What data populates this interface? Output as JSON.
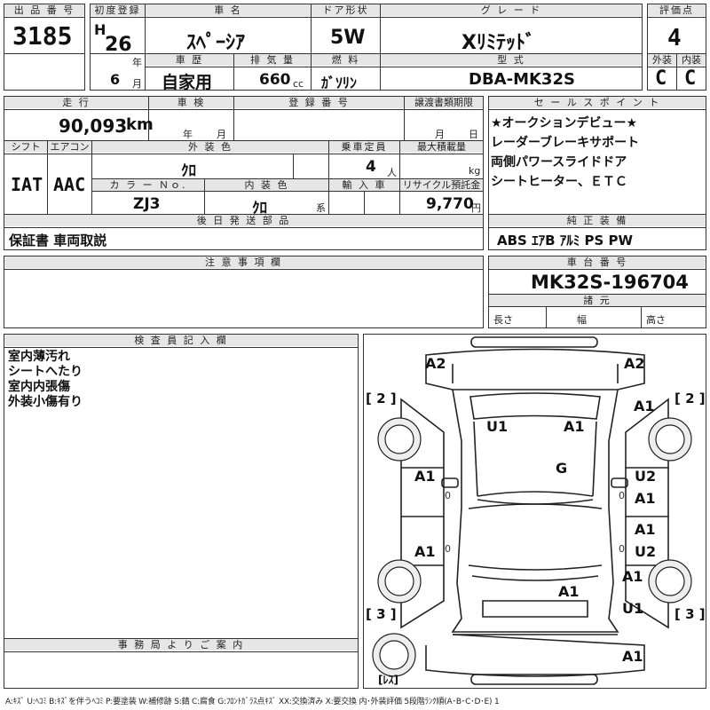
{
  "header": {
    "lot_label": "出 品 番 号",
    "lot": "3185",
    "first_reg_label": "初度登録",
    "era": "H",
    "year": "26",
    "year_unit": "年",
    "car_name_label": "車 名",
    "car_name": "ｽﾍﾟｰｼｱ",
    "door_label": "ドア形状",
    "door": "5W",
    "grade_label": "グ レ ー ド",
    "grade": "Xﾘﾐﾃｯﾄﾞ",
    "score_label": "評価点",
    "score": "4",
    "month": "6",
    "month_unit": "月",
    "history_label": "車 歴",
    "history": "自家用",
    "displacement_label": "排 気 量",
    "displacement": "660",
    "displacement_unit": "cc",
    "fuel_label": "燃 料",
    "fuel": "ｶﾞｿﾘﾝ",
    "model_label": "型 式",
    "model": "DBA-MK32S",
    "exterior_label": "外装",
    "exterior": "C",
    "interior_label": "内装",
    "interior": "C"
  },
  "row2": {
    "mileage_label": "走 行",
    "mileage": "90,093",
    "mileage_unit": "km",
    "inspection_label": "車 検",
    "inspection_year": "年",
    "inspection_month": "月",
    "registration_label": "登 録 番 号",
    "transfer_label": "譲渡書類期限",
    "transfer_month": "月",
    "transfer_day": "日",
    "sales_points_label": "セ ー ル ス ポ イ ン ト",
    "sales_points": [
      "★オークションデビュー★",
      "レーダーブレーキサポート",
      "両側パワースライドドア",
      "シートヒーター、ＥＴＣ"
    ]
  },
  "row3": {
    "shift_label": "シフト",
    "shift": "IAT",
    "ac_label": "エアコン",
    "ac": "AAC",
    "ext_color_label": "外 装 色",
    "ext_color": "ｸﾛ",
    "capacity_label": "乗車定員",
    "capacity": "4",
    "capacity_unit": "人",
    "max_load_label": "最大積載量",
    "max_load_unit": "kg",
    "color_no_label": "カ ラ ー Ｎｏ.",
    "color_no": "ZJ3",
    "int_color_label": "内 装 色",
    "int_color": "ｸﾛ",
    "int_color_unit": "系",
    "import_label": "輸 入 車",
    "recycle_label": "リサイクル預託金",
    "recycle": "9,770",
    "recycle_unit": "円"
  },
  "later_parts": {
    "label": "後 日 発 送 部 品",
    "value": "保証書 車両取説"
  },
  "equipment": {
    "label": "純 正 装 備",
    "value": "ABS ｴｱB ｱﾙﾐ PS PW"
  },
  "notes": {
    "label": "注 意 事 項 欄"
  },
  "chassis": {
    "label": "車 台 番 号",
    "value": "MK32S-196704",
    "spec_label": "諸 元",
    "length": "長さ",
    "width": "幅",
    "height": "高さ"
  },
  "inspector": {
    "label": "検 査 員 記 入 欄",
    "remarks": [
      "室内薄汚れ",
      "シートへたり",
      "室内内張傷",
      "外装小傷有り"
    ]
  },
  "office": {
    "label": "事 務 局 よ り ご 案 内"
  },
  "diagram": {
    "tire_marks": [
      "[ 2 ]",
      "[ 2 ]",
      "[ 3 ]",
      "[ 3 ]",
      "[ﾚｽ]"
    ],
    "damage_codes": [
      "A2",
      "A2",
      "A1",
      "U1",
      "A1",
      "G",
      "A1",
      "U2",
      "A1",
      "A1",
      "A1",
      "U2",
      "A1",
      "A1",
      "U1",
      "A1"
    ],
    "side_zero": "0"
  },
  "legend": "A:ｷｽﾞ U:ﾍｺﾐ B:ｷｽﾞを伴うﾍｺﾐ P:要塗装 W:補修跡 S:錆 C:腐食 G:ﾌﾛﾝﾄｶﾞﾗｽ点ｷｽﾞ XX:交換済み X:要交換 内･外装評価 5段階ﾗﾝｸ順(A･B･C･D･E) 1"
}
